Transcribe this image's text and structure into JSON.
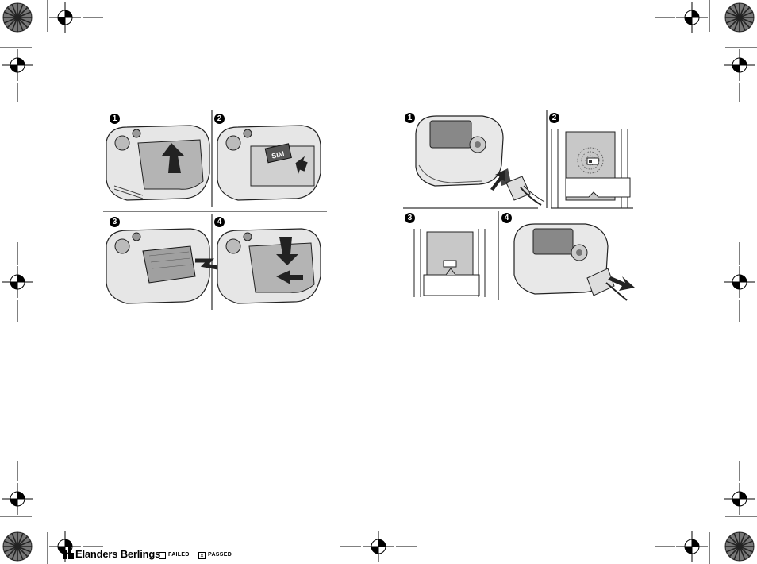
{
  "left_panel": {
    "steps": [
      "1",
      "2",
      "3",
      "4"
    ],
    "sim_label": "SIM"
  },
  "right_panel": {
    "steps": [
      "1",
      "2",
      "3",
      "4"
    ]
  },
  "footer": {
    "brand": "Elanders Berlings",
    "failed_label": "FAILED",
    "passed_label": "PASSED",
    "passed_mark": "×"
  }
}
